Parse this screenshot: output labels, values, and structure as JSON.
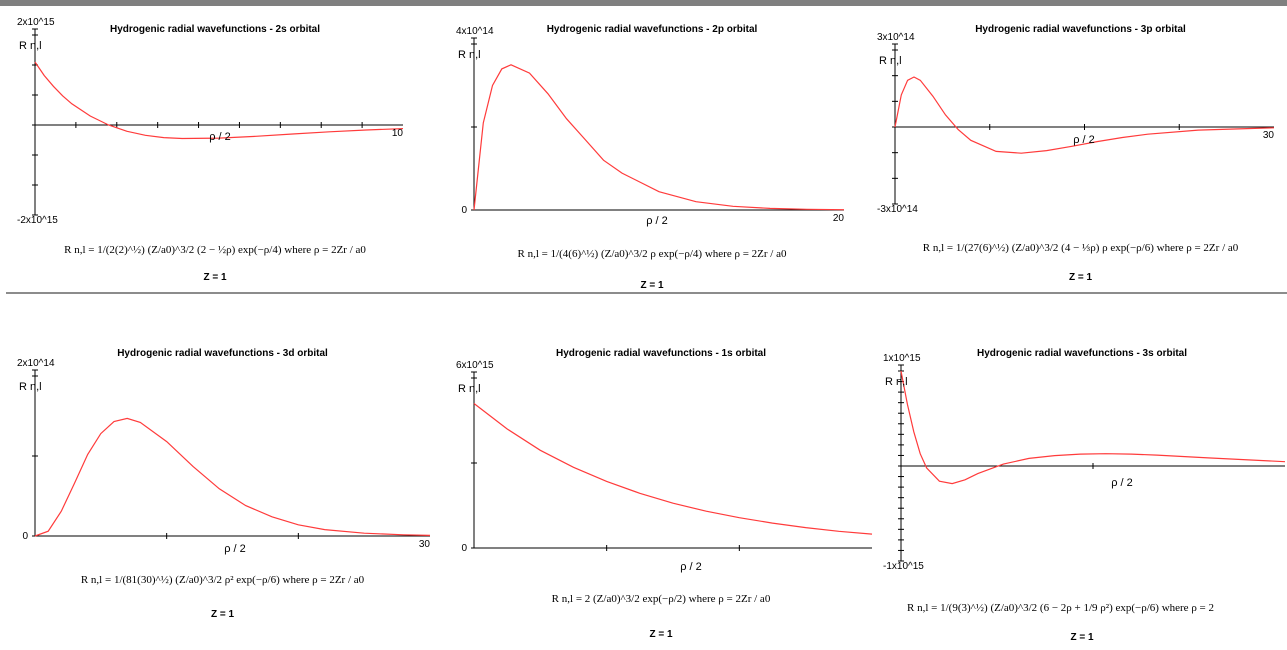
{
  "colors": {
    "curve": "#ff3b3b",
    "axis": "#000000",
    "divider": "#8c8c8c"
  },
  "panels": [
    {
      "title": "Hydrogenic radial wavefunctions - 2s orbital",
      "formula": "R n,l = 1/(2(2)^½) (Z/a0)^3/2 (2 − ½ρ) exp(−ρ/4)  where  ρ = 2Zr / a0",
      "z_label": "Z = 1",
      "ylabel": "R n,l",
      "xlabel": "ρ / 2",
      "y_max_label": "2x10^15",
      "y_min_label": "-2x10^15",
      "x_max_label": "10",
      "origin_label": ""
    },
    {
      "title": "Hydrogenic radial wavefunctions - 2p orbital",
      "formula": "R n,l = 1/(4(6)^½) (Z/a0)^3/2 ρ exp(−ρ/4)  where  ρ = 2Zr / a0",
      "z_label": "Z = 1",
      "ylabel": "R n,l",
      "xlabel": "ρ / 2",
      "y_max_label": "4x10^14",
      "y_min_label": "",
      "x_max_label": "20",
      "origin_label": "0"
    },
    {
      "title": "Hydrogenic radial wavefunctions - 3p orbital",
      "formula": "R n,l = 1/(27(6)^½) (Z/a0)^3/2 (4 − ⅓ρ) ρ exp(−ρ/6)  where  ρ = 2Zr / a0",
      "z_label": "Z = 1",
      "ylabel": "R n,l",
      "xlabel": "ρ / 2",
      "y_max_label": "3x10^14",
      "y_min_label": "-3x10^14",
      "x_max_label": "30",
      "origin_label": ""
    },
    {
      "title": "Hydrogenic radial wavefunctions - 3d orbital",
      "formula": "R n,l = 1/(81(30)^½) (Z/a0)^3/2 ρ² exp(−ρ/6)  where  ρ = 2Zr / a0",
      "z_label": "Z = 1",
      "ylabel": "R n,l",
      "xlabel": "ρ / 2",
      "y_max_label": "2x10^14",
      "y_min_label": "",
      "x_max_label": "30",
      "origin_label": "0"
    },
    {
      "title": "Hydrogenic radial wavefunctions - 1s orbital",
      "formula": "R n,l = 2 (Z/a0)^3/2 exp(−ρ/2)  where  ρ = 2Zr / a0",
      "z_label": "Z = 1",
      "ylabel": "R n,l",
      "xlabel": "ρ / 2",
      "y_max_label": "6x10^15",
      "y_min_label": "",
      "x_max_label": "",
      "origin_label": "0"
    },
    {
      "title": "Hydrogenic radial wavefunctions - 3s orbital",
      "formula": "R n,l = 1/(9(3)^½) (Z/a0)^3/2 (6 − 2ρ + 1/9 ρ²) exp(−ρ/6)  where  ρ = 2",
      "z_label": "Z = 1",
      "ylabel": "R n,l",
      "xlabel": "ρ / 2",
      "y_max_label": "1x10^15",
      "y_min_label": "-1x10^15",
      "x_max_label": "",
      "origin_label": ""
    }
  ],
  "chart_data": [
    {
      "type": "line",
      "title": "Hydrogenic radial wavefunctions - 2s orbital",
      "xlabel": "ρ / 2",
      "ylabel": "R n,l",
      "xlim": [
        0,
        10
      ],
      "ylim": [
        -2000000000000000.0,
        2000000000000000.0
      ],
      "grid": false,
      "x": [
        0,
        0.25,
        0.5,
        0.75,
        1,
        1.5,
        2,
        2.5,
        3,
        3.5,
        4,
        5,
        6,
        7,
        8,
        9,
        10
      ],
      "y": [
        1400000000000000.0,
        1100000000000000.0,
        860000000000000.0,
        650000000000000.0,
        470000000000000.0,
        200000000000000.0,
        0,
        -140000000000000.0,
        -230000000000000.0,
        -280000000000000.0,
        -300000000000000.0,
        -290000000000000.0,
        -250000000000000.0,
        -200000000000000.0,
        -150000000000000.0,
        -110000000000000.0,
        -80000000000000.0
      ]
    },
    {
      "type": "line",
      "title": "Hydrogenic radial wavefunctions - 2p orbital",
      "xlabel": "ρ / 2",
      "ylabel": "R n,l",
      "xlim": [
        0,
        20
      ],
      "ylim": [
        0,
        400000000000000.0
      ],
      "grid": false,
      "x": [
        0,
        0.5,
        1,
        1.5,
        2,
        3,
        4,
        5,
        6,
        7,
        8,
        10,
        12,
        14,
        16,
        18,
        20
      ],
      "y": [
        0,
        210000000000000.0,
        300000000000000.0,
        340000000000000.0,
        350000000000000.0,
        330000000000000.0,
        280000000000000.0,
        220000000000000.0,
        170000000000000.0,
        120000000000000.0,
        89000000000000.0,
        44000000000000.0,
        20000000000000.0,
        8900000000000.0,
        3800000000000.0,
        1600000000000.0,
        650000000000.0
      ]
    },
    {
      "type": "line",
      "title": "Hydrogenic radial wavefunctions - 3p orbital",
      "xlabel": "ρ / 2",
      "ylabel": "R n,l",
      "xlim": [
        0,
        30
      ],
      "ylim": [
        -300000000000000.0,
        300000000000000.0
      ],
      "grid": false,
      "x": [
        0,
        0.5,
        1,
        1.5,
        2,
        3,
        4,
        5,
        6,
        8,
        10,
        12,
        14,
        16,
        18,
        20,
        24,
        30
      ],
      "y": [
        0,
        125000000000000.0,
        182000000000000.0,
        195000000000000.0,
        182000000000000.0,
        120000000000000.0,
        47000000000000.0,
        -10000000000000.0,
        -52000000000000.0,
        -95000000000000.0,
        -102000000000000.0,
        -92000000000000.0,
        -75000000000000.0,
        -57000000000000.0,
        -41000000000000.0,
        -28000000000000.0,
        -12000000000000.0,
        -3000000000000.0
      ]
    },
    {
      "type": "line",
      "title": "Hydrogenic radial wavefunctions - 3d orbital",
      "xlabel": "ρ / 2",
      "ylabel": "R n,l",
      "xlim": [
        0,
        30
      ],
      "ylim": [
        0,
        200000000000000.0
      ],
      "grid": false,
      "x": [
        0,
        1,
        2,
        3,
        4,
        5,
        6,
        7,
        8,
        10,
        12,
        14,
        16,
        18,
        20,
        22,
        25,
        28,
        30
      ],
      "y": [
        0,
        6000000000000.0,
        31000000000000.0,
        66000000000000.0,
        102000000000000.0,
        128000000000000.0,
        143000000000000.0,
        147000000000000.0,
        142000000000000.0,
        118000000000000.0,
        87000000000000.0,
        59000000000000.0,
        38000000000000.0,
        24000000000000.0,
        14000000000000.0,
        8000000000000.0,
        3500000000000.0,
        1500000000000.0,
        800000000000.0
      ]
    },
    {
      "type": "line",
      "title": "Hydrogenic radial wavefunctions - 1s orbital",
      "xlabel": "ρ / 2",
      "ylabel": "R n,l",
      "xlim": [
        0,
        3
      ],
      "ylim": [
        0,
        6000000000000000.0
      ],
      "grid": false,
      "x": [
        0,
        0.25,
        0.5,
        0.75,
        1,
        1.25,
        1.5,
        1.75,
        2,
        2.25,
        2.5,
        2.75,
        3
      ],
      "y": [
        5100000000000000.0,
        4200000000000000.0,
        3450000000000000.0,
        2850000000000000.0,
        2350000000000000.0,
        1930000000000000.0,
        1580000000000000.0,
        1300000000000000.0,
        1070000000000000.0,
        880000000000000.0,
        720000000000000.0,
        590000000000000.0,
        490000000000000.0
      ]
    },
    {
      "type": "line",
      "title": "Hydrogenic radial wavefunctions - 3s orbital",
      "xlabel": "ρ / 2",
      "ylabel": "R n,l",
      "xlim": [
        0,
        15
      ],
      "ylim": [
        -1000000000000000.0,
        1000000000000000.0
      ],
      "grid": false,
      "x": [
        0,
        0.25,
        0.5,
        0.75,
        1,
        1.5,
        2,
        2.5,
        3,
        4,
        5,
        6,
        7,
        8,
        9,
        10,
        12,
        15
      ],
      "y": [
        1000000000000000.0,
        650000000000000.0,
        360000000000000.0,
        130000000000000.0,
        -20000000000000.0,
        -160000000000000.0,
        -185000000000000.0,
        -145000000000000.0,
        -80000000000000.0,
        20000000000000.0,
        80000000000000.0,
        110000000000000.0,
        125000000000000.0,
        130000000000000.0,
        125000000000000.0,
        115000000000000.0,
        85000000000000.0,
        45000000000000.0
      ]
    }
  ]
}
